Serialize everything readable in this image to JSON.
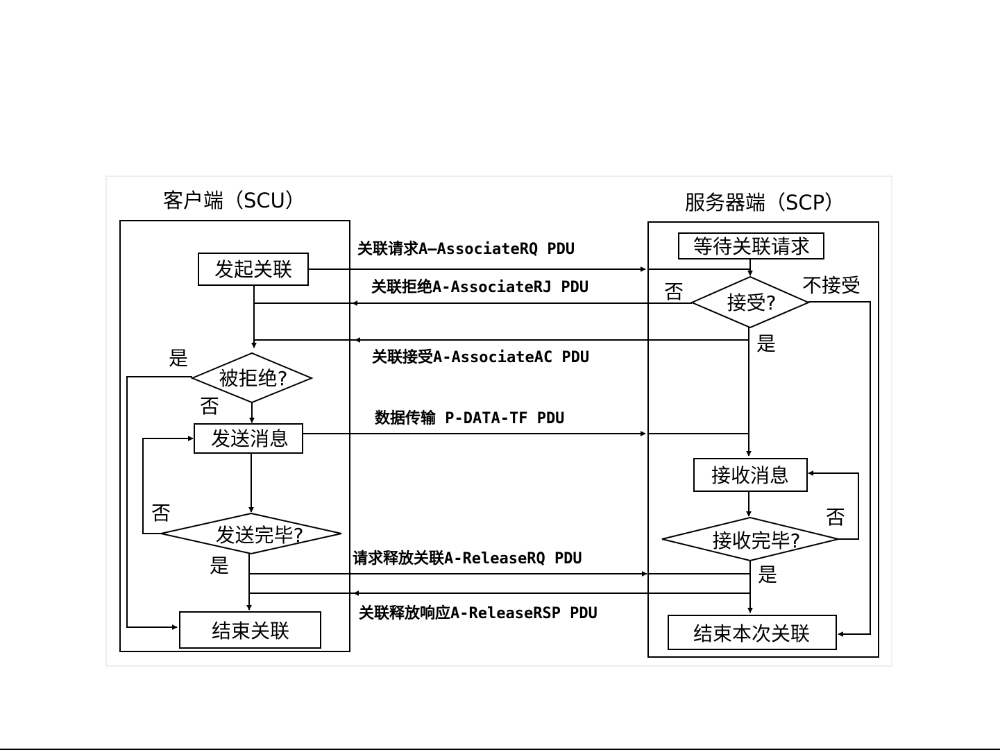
{
  "lanes": {
    "client_title": "客户端（SCU）",
    "server_title": "服务器端（SCP）"
  },
  "client_nodes": {
    "initiate": "发起关联",
    "rejected_q": "被拒绝?",
    "send_msg": "发送消息",
    "send_done_q": "发送完毕?",
    "end_assoc": "结束关联"
  },
  "server_nodes": {
    "wait": "等待关联请求",
    "accept_q": "接受?",
    "recv_msg": "接收消息",
    "recv_done_q": "接收完毕?",
    "end_this": "结束本次关联"
  },
  "messages": {
    "assoc_rq": "关联请求A—AssociateRQ PDU",
    "assoc_rj": "关联拒绝A-AssociateRJ PDU",
    "assoc_ac": "关联接受A-AssociateAC PDU",
    "p_data": "数据传输 P-DATA-TF PDU",
    "release_rq": "请求释放关联A-ReleaseRQ PDU",
    "release_rsp": "关联释放响应A-ReleaseRSP PDU"
  },
  "branch_labels": {
    "client_rejected_yes": "是",
    "client_rejected_no": "否",
    "client_send_no": "否",
    "client_send_yes": "是",
    "server_accept_no": "否",
    "server_accept_not": "不接受",
    "server_accept_yes": "是",
    "server_recv_no": "否",
    "server_recv_yes": "是"
  }
}
